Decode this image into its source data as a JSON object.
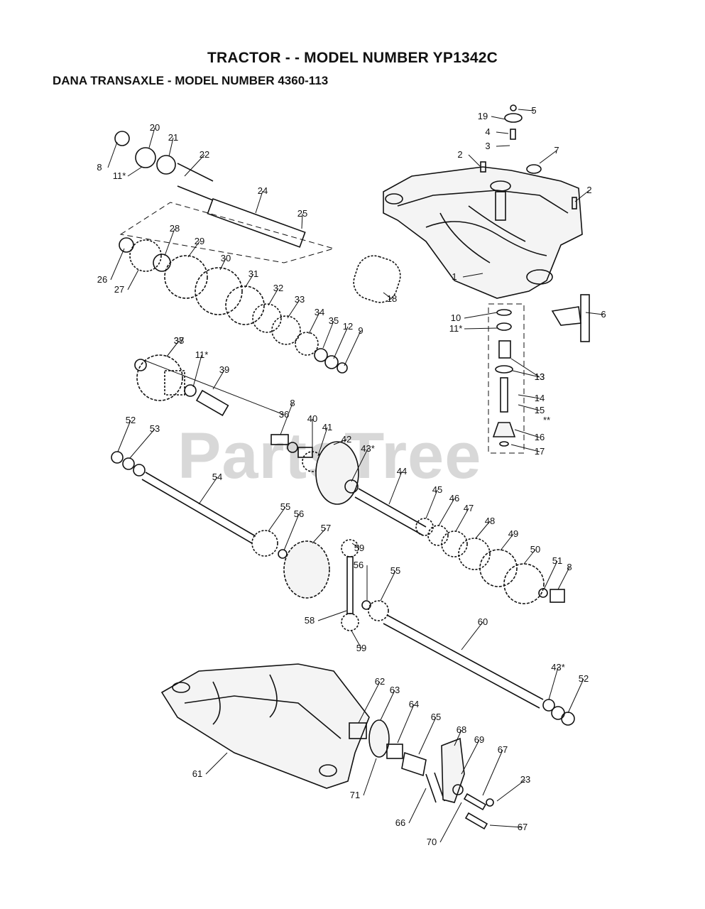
{
  "header": {
    "title": "TRACTOR - - MODEL NUMBER YP1342C",
    "subtitle": "DANA TRANSAXLE - MODEL NUMBER 4360-113"
  },
  "watermark": "PartsTree",
  "callouts": [
    "1",
    "2",
    "2",
    "3",
    "4",
    "5",
    "6",
    "7",
    "8",
    "8",
    "8",
    "9",
    "10",
    "11*",
    "11*",
    "11*",
    "12",
    "13",
    "13",
    "14",
    "15",
    "16",
    "17",
    "18",
    "19",
    "20",
    "21",
    "22",
    "23",
    "24",
    "25",
    "26",
    "27",
    "28",
    "29",
    "30",
    "31",
    "32",
    "33",
    "34",
    "35",
    "36",
    "37",
    "38",
    "39",
    "40",
    "41",
    "42",
    "43*",
    "43*",
    "44",
    "45",
    "46",
    "47",
    "48",
    "49",
    "50",
    "51",
    "52",
    "52",
    "53",
    "54",
    "55",
    "55",
    "56",
    "56",
    "57",
    "58",
    "59",
    "59",
    "60",
    "61",
    "62",
    "63",
    "64",
    "65",
    "66",
    "67",
    "67",
    "68",
    "69",
    "70",
    "71",
    "**"
  ]
}
